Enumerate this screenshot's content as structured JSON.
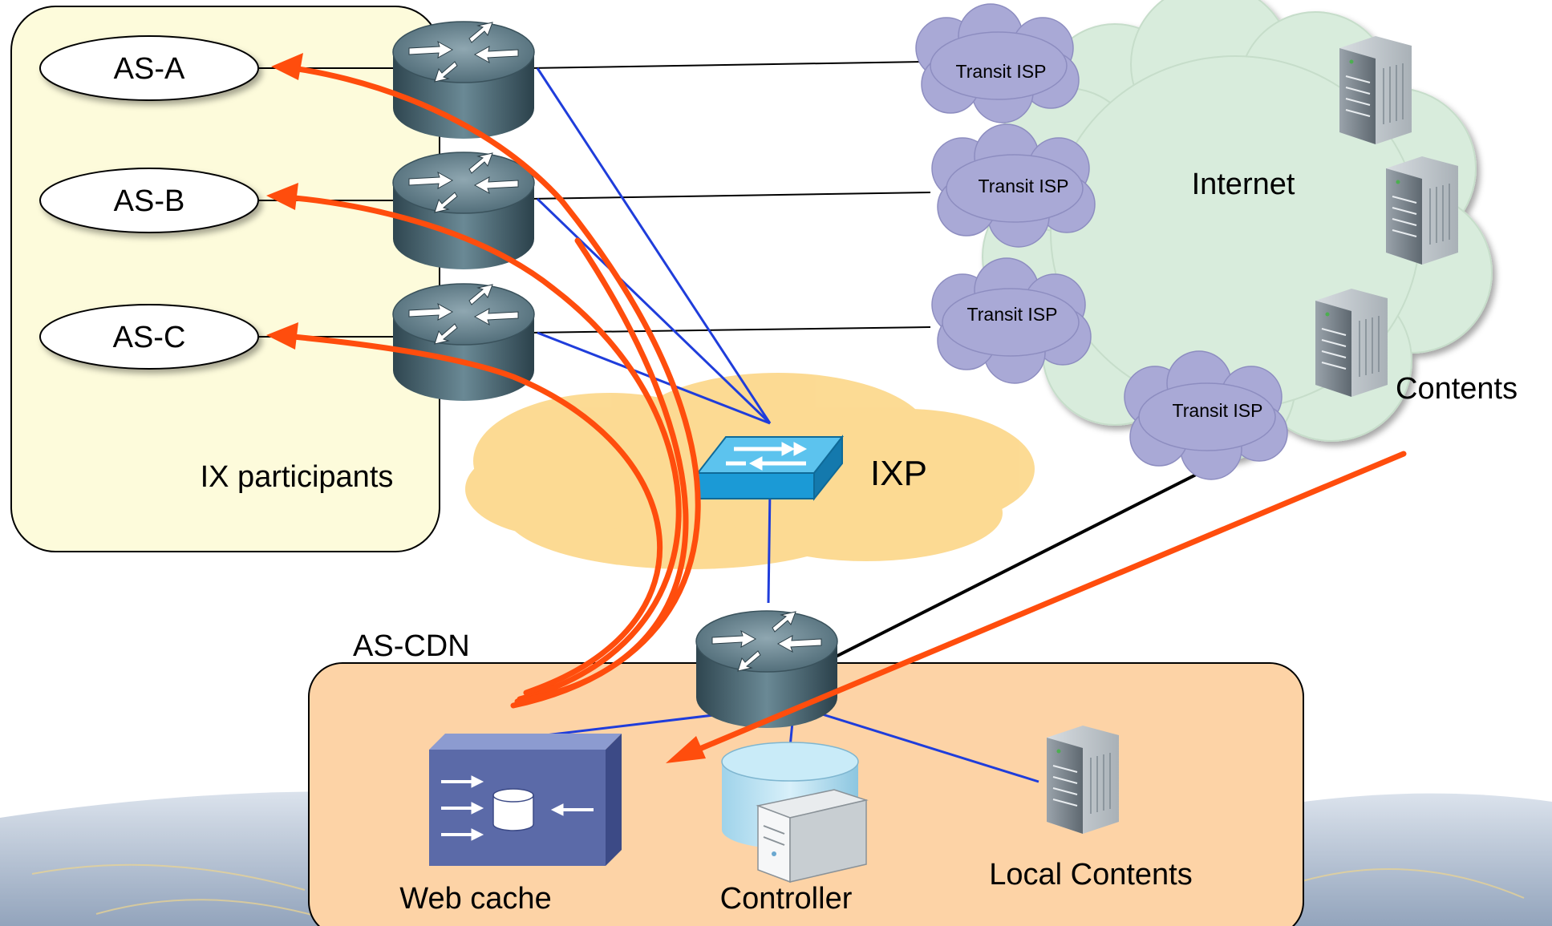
{
  "groups": {
    "participants_label": "IX participants",
    "cdn_label": "AS-CDN"
  },
  "as_nodes": [
    {
      "label": "AS-A"
    },
    {
      "label": "AS-B"
    },
    {
      "label": "AS-C"
    }
  ],
  "transit": [
    {
      "label": "Transit ISP"
    },
    {
      "label": "Transit ISP"
    },
    {
      "label": "Transit ISP"
    },
    {
      "label": "Transit ISP"
    }
  ],
  "ixp_label": "IXP",
  "internet_label": "Internet",
  "contents_label": "Contents",
  "cdn_nodes": {
    "web_cache": "Web cache",
    "controller": "Controller",
    "local_contents": "Local Contents"
  },
  "colors": {
    "participants_fill": "#fdfbdb",
    "cdn_fill": "#fdd3a6",
    "ixp_cloud": "#fcd98e",
    "internet_cloud": "#d8ecdc",
    "transit_cloud": "#a9a9d6",
    "link_blue": "#1f3ddb",
    "flow_orange": "#ff4d0d",
    "router": "#4f6e7c",
    "switch": "#1b9ad6"
  }
}
